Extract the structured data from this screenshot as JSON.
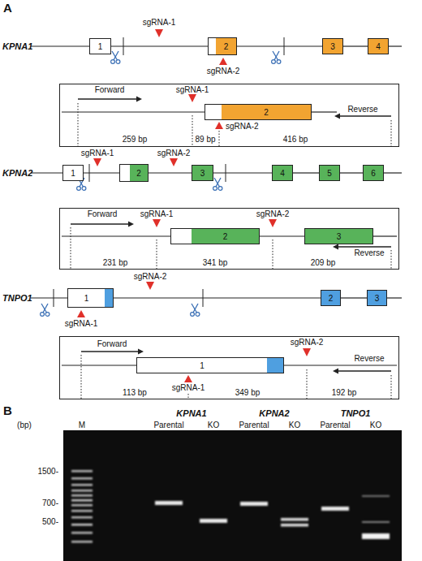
{
  "diagram": {
    "nodes": [
      {
        "text": [
          "1"
        ]
      },
      {
        "text": [
          "2"
        ]
      },
      {
        "text": [
          "3"
        ]
      },
      {
        "text": [
          "4"
        ]
      },
      {
        "text": [
          "Forward",
          "sgRNA-1",
          "sgRNA-2",
          "Reverse",
          "259 bp",
          "89 bp",
          "416 bp"
        ]
      },
      {
        "text": [
          "2"
        ],
        "in": 4
      },
      {
        "text": [
          "1"
        ]
      },
      {
        "text": [
          "2"
        ]
      },
      {
        "text": [
          "3"
        ]
      },
      {
        "text": [
          "4"
        ]
      },
      {
        "text": [
          "5"
        ]
      },
      {
        "text": [
          "6"
        ]
      },
      {
        "text": [
          "Forward",
          "sgRNA-1",
          "sgRNA-2",
          "Reverse",
          "231 bp",
          "341 bp",
          "209 bp"
        ]
      },
      {
        "text": [
          "2"
        ],
        "in": 12
      },
      {
        "text": [
          "3"
        ],
        "in": 12
      },
      {
        "text": [
          "1"
        ]
      },
      {
        "text": [
          "2"
        ]
      },
      {
        "text": [
          "3"
        ]
      },
      {
        "text": [
          "Forward",
          "sgRNA-2",
          "sgRNA-1",
          "Reverse",
          "113 bp",
          "349 bp",
          "192 bp"
        ]
      },
      {
        "text": [
          "1"
        ],
        "in": 18
      }
    ],
    "edges": [
      {
        "from": 0,
        "to": 1,
        "arrow": "none"
      },
      {
        "from": 1,
        "to": 2,
        "arrow": "none"
      },
      {
        "from": 2,
        "to": 3,
        "arrow": "none"
      },
      {
        "from": 6,
        "to": 7,
        "arrow": "none"
      },
      {
        "from": 7,
        "to": 8,
        "arrow": "none"
      },
      {
        "from": 8,
        "to": 9,
        "arrow": "none"
      },
      {
        "from": 9,
        "to": 10,
        "arrow": "none"
      },
      {
        "from": 10,
        "to": 11,
        "arrow": "none"
      },
      {
        "from": 13,
        "to": 14,
        "arrow": "none"
      },
      {
        "from": 15,
        "to": 16,
        "arrow": "none"
      },
      {
        "from": 16,
        "to": 17,
        "arrow": "none"
      }
    ],
    "labels": [
      "A",
      "sgRNA-1",
      "KPNA1",
      "sgRNA-2",
      "sgRNA-1",
      "sgRNA-2",
      "KPNA2",
      "sgRNA-2",
      "TNPO1",
      "sgRNA-1",
      "B",
      "KPNA1",
      "KPNA2",
      "TNPO1",
      "(bp)",
      "M",
      "Parental",
      "KO",
      "Parental",
      "KO",
      "Parental",
      "KO",
      "1500-",
      "700-",
      "500-"
    ]
  }
}
